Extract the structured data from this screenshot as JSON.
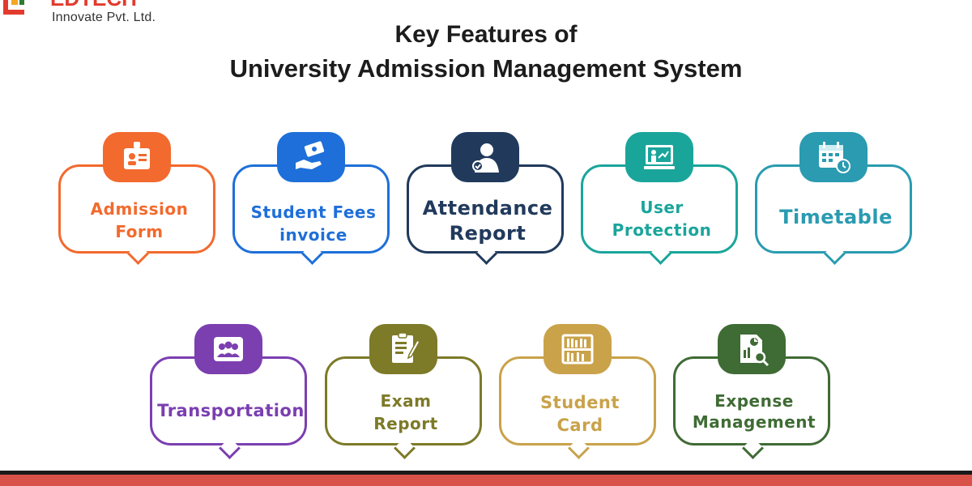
{
  "logo": {
    "brand": "EDTECH",
    "subtitle": "Innovate Pvt. Ltd."
  },
  "header": {
    "line1": "Key Features of",
    "line2": "University Admission Management System"
  },
  "features": [
    {
      "lines": [
        "Admission",
        "Form"
      ],
      "color": "#f26a2e",
      "icon": "id-badge-icon"
    },
    {
      "lines": [
        "Student Fees",
        "invoice"
      ],
      "color": "#1e6fd9",
      "icon": "payment-icon"
    },
    {
      "lines": [
        "Attendance",
        "Report"
      ],
      "color": "#213a5c",
      "icon": "person-check-icon"
    },
    {
      "lines": [
        "User",
        "Protection"
      ],
      "color": "#1aa59b",
      "icon": "presentation-screen-icon"
    },
    {
      "lines": [
        "Timetable"
      ],
      "color": "#2a9bb1",
      "icon": "calendar-clock-icon"
    },
    {
      "lines": [
        "Transportation"
      ],
      "color": "#7b3fb0",
      "icon": "group-icon"
    },
    {
      "lines": [
        "Exam",
        "Report"
      ],
      "color": "#7d7a28",
      "icon": "report-pen-icon"
    },
    {
      "lines": [
        "Student",
        "Card"
      ],
      "color": "#c9a24a",
      "icon": "bookshelf-icon"
    },
    {
      "lines": [
        "Expense",
        "Management"
      ],
      "color": "#3f6b34",
      "icon": "document-search-icon"
    }
  ]
}
